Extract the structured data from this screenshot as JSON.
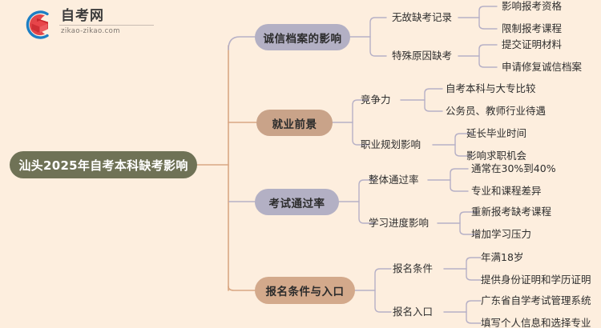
{
  "brand": {
    "logo_icon": "zikao-logo-icon",
    "name_cn": "自考网",
    "url": "zikao-zikao.com"
  },
  "mindmap": {
    "root": {
      "label": "汕头2025年自考本科缺考影响",
      "color": "#6f7256"
    },
    "branches": [
      {
        "label": "诚信档案的影响",
        "color": "#b3b0c4",
        "children": [
          {
            "label": "无故缺考记录",
            "children": [
              {
                "label": "影响报考资格"
              },
              {
                "label": "限制报考课程"
              }
            ]
          },
          {
            "label": "特殊原因缺考",
            "children": [
              {
                "label": "提交证明材料"
              },
              {
                "label": "申请修复诚信档案"
              }
            ]
          }
        ]
      },
      {
        "label": "就业前景",
        "color": "#c9a389",
        "children": [
          {
            "label": "竞争力",
            "children": [
              {
                "label": "自考本科与大专比较"
              },
              {
                "label": "公务员、教师行业待遇"
              }
            ]
          },
          {
            "label": "职业规划影响",
            "children": [
              {
                "label": "延长毕业时间"
              },
              {
                "label": "影响求职机会"
              }
            ]
          }
        ]
      },
      {
        "label": "考试通过率",
        "color": "#b3b0c4",
        "children": [
          {
            "label": "整体通过率",
            "children": [
              {
                "label": "通常在30%到40%"
              },
              {
                "label": "专业和课程差异"
              }
            ]
          },
          {
            "label": "学习进度影响",
            "children": [
              {
                "label": "重新报考缺考课程"
              },
              {
                "label": "增加学习压力"
              }
            ]
          }
        ]
      },
      {
        "label": "报名条件与入口",
        "color": "#d3a98b",
        "children": [
          {
            "label": "报名条件",
            "children": [
              {
                "label": "年满18岁"
              },
              {
                "label": "提供身份证明和学历证明"
              }
            ]
          },
          {
            "label": "报名入口",
            "children": [
              {
                "label": "广东省自学考试管理系统"
              },
              {
                "label": "填写个人信息和选择专业"
              }
            ]
          }
        ]
      }
    ]
  },
  "theme": {
    "background": "#fdeede",
    "trunk_line": "#d9a783",
    "sub_line": "#b6b0c6",
    "text": "#2e2e2e"
  }
}
